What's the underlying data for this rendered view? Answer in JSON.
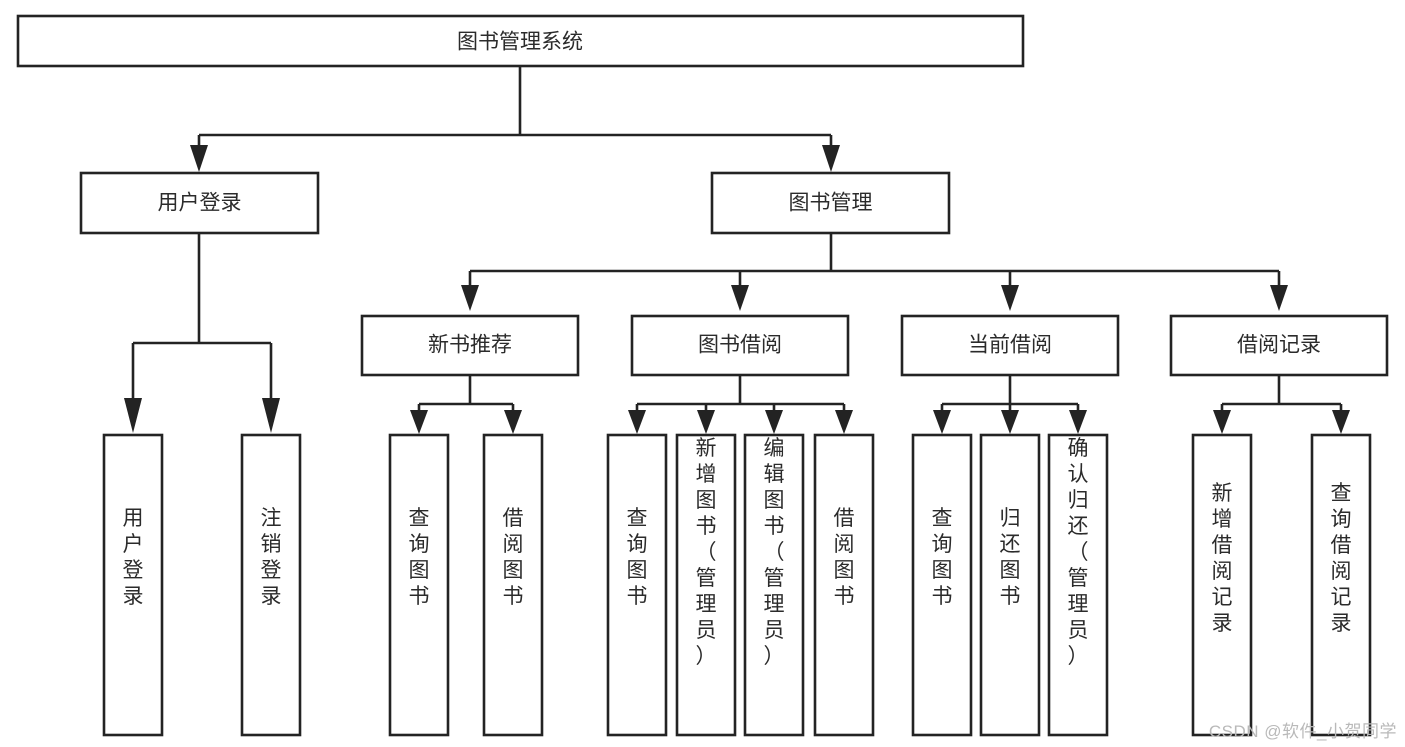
{
  "diagram": {
    "type": "tree-hierarchy",
    "orientation": "top-down",
    "colors": {
      "box_fill": "#ffffff",
      "box_stroke": "#232323",
      "text": "#2b2b2b",
      "background": "#ffffff",
      "watermark": "#b9b9b9"
    },
    "root": {
      "label": "图书管理系统"
    },
    "level2": [
      {
        "id": "user-login",
        "label": "用户登录"
      },
      {
        "id": "book-management",
        "label": "图书管理"
      }
    ],
    "level3": [
      {
        "id": "new-book-recommend",
        "label": "新书推荐",
        "parent": "book-management"
      },
      {
        "id": "book-borrow",
        "label": "图书借阅",
        "parent": "book-management"
      },
      {
        "id": "current-borrow",
        "label": "当前借阅",
        "parent": "book-management"
      },
      {
        "id": "borrow-record",
        "label": "借阅记录",
        "parent": "book-management"
      }
    ],
    "leaves": {
      "user-login": [
        {
          "id": "leaf-user-login",
          "label": "用户登录"
        },
        {
          "id": "leaf-user-logout",
          "label": "注销登录"
        }
      ],
      "new-book-recommend": [
        {
          "id": "leaf-query-book-1",
          "label": "查询图书"
        },
        {
          "id": "leaf-borrow-book-1",
          "label": "借阅图书"
        }
      ],
      "book-borrow": [
        {
          "id": "leaf-query-book-2",
          "label": "查询图书"
        },
        {
          "id": "leaf-add-book-admin",
          "label": "新增图书（管理员）"
        },
        {
          "id": "leaf-edit-book-admin",
          "label": "编辑图书（管理员）"
        },
        {
          "id": "leaf-borrow-book-2",
          "label": "借阅图书"
        }
      ],
      "current-borrow": [
        {
          "id": "leaf-query-book-3",
          "label": "查询图书"
        },
        {
          "id": "leaf-return-book",
          "label": "归还图书"
        },
        {
          "id": "leaf-confirm-return-admin",
          "label": "确认归还（管理员）"
        }
      ],
      "borrow-record": [
        {
          "id": "leaf-add-borrow-record",
          "label": "新增借阅记录"
        },
        {
          "id": "leaf-query-borrow-record",
          "label": "查询借阅记录"
        }
      ]
    }
  },
  "watermark": {
    "text": "CSDN @软件_小贺同学"
  }
}
